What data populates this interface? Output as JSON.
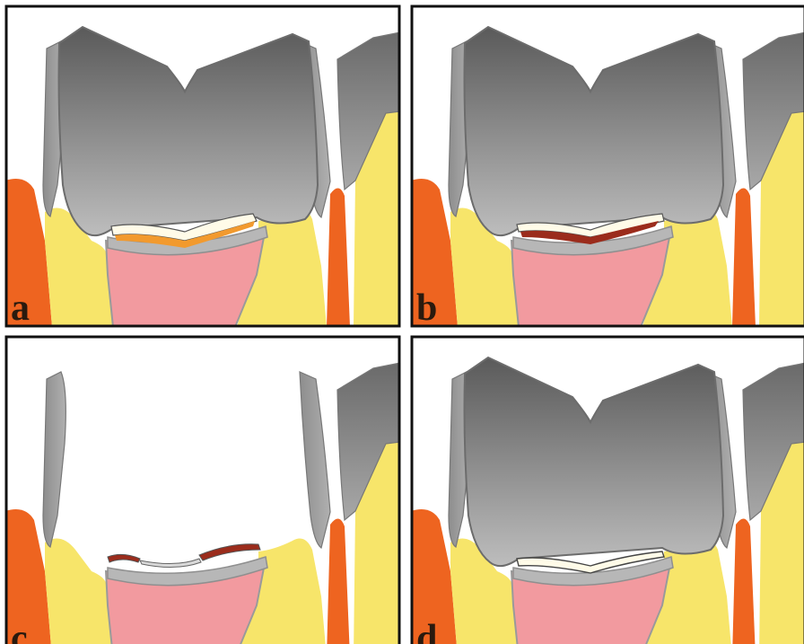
{
  "figure": {
    "panels": [
      {
        "id": "a",
        "label": "a",
        "crown": "present",
        "interface": "white-and-orange"
      },
      {
        "id": "b",
        "label": "b",
        "crown": "present",
        "interface": "white-and-dark-red"
      },
      {
        "id": "c",
        "label": "c",
        "crown": "removed",
        "interface": "dark-red-remnants"
      },
      {
        "id": "d",
        "label": "d",
        "crown": "present",
        "interface": "white"
      }
    ],
    "colors": {
      "crown_dark": "#5a5a5a",
      "crown_light": "#b8b8b8",
      "adjacent_tooth": "#9a9a9a",
      "dentin_yellow": "#f7e56a",
      "pulp_pink": "#f29a9f",
      "gingiva_orange": "#ee6420",
      "cement_white": "#fffbe8",
      "liner_orange": "#f29a2e",
      "residue_dark_red": "#9b2c1c",
      "border": "#111111"
    }
  }
}
